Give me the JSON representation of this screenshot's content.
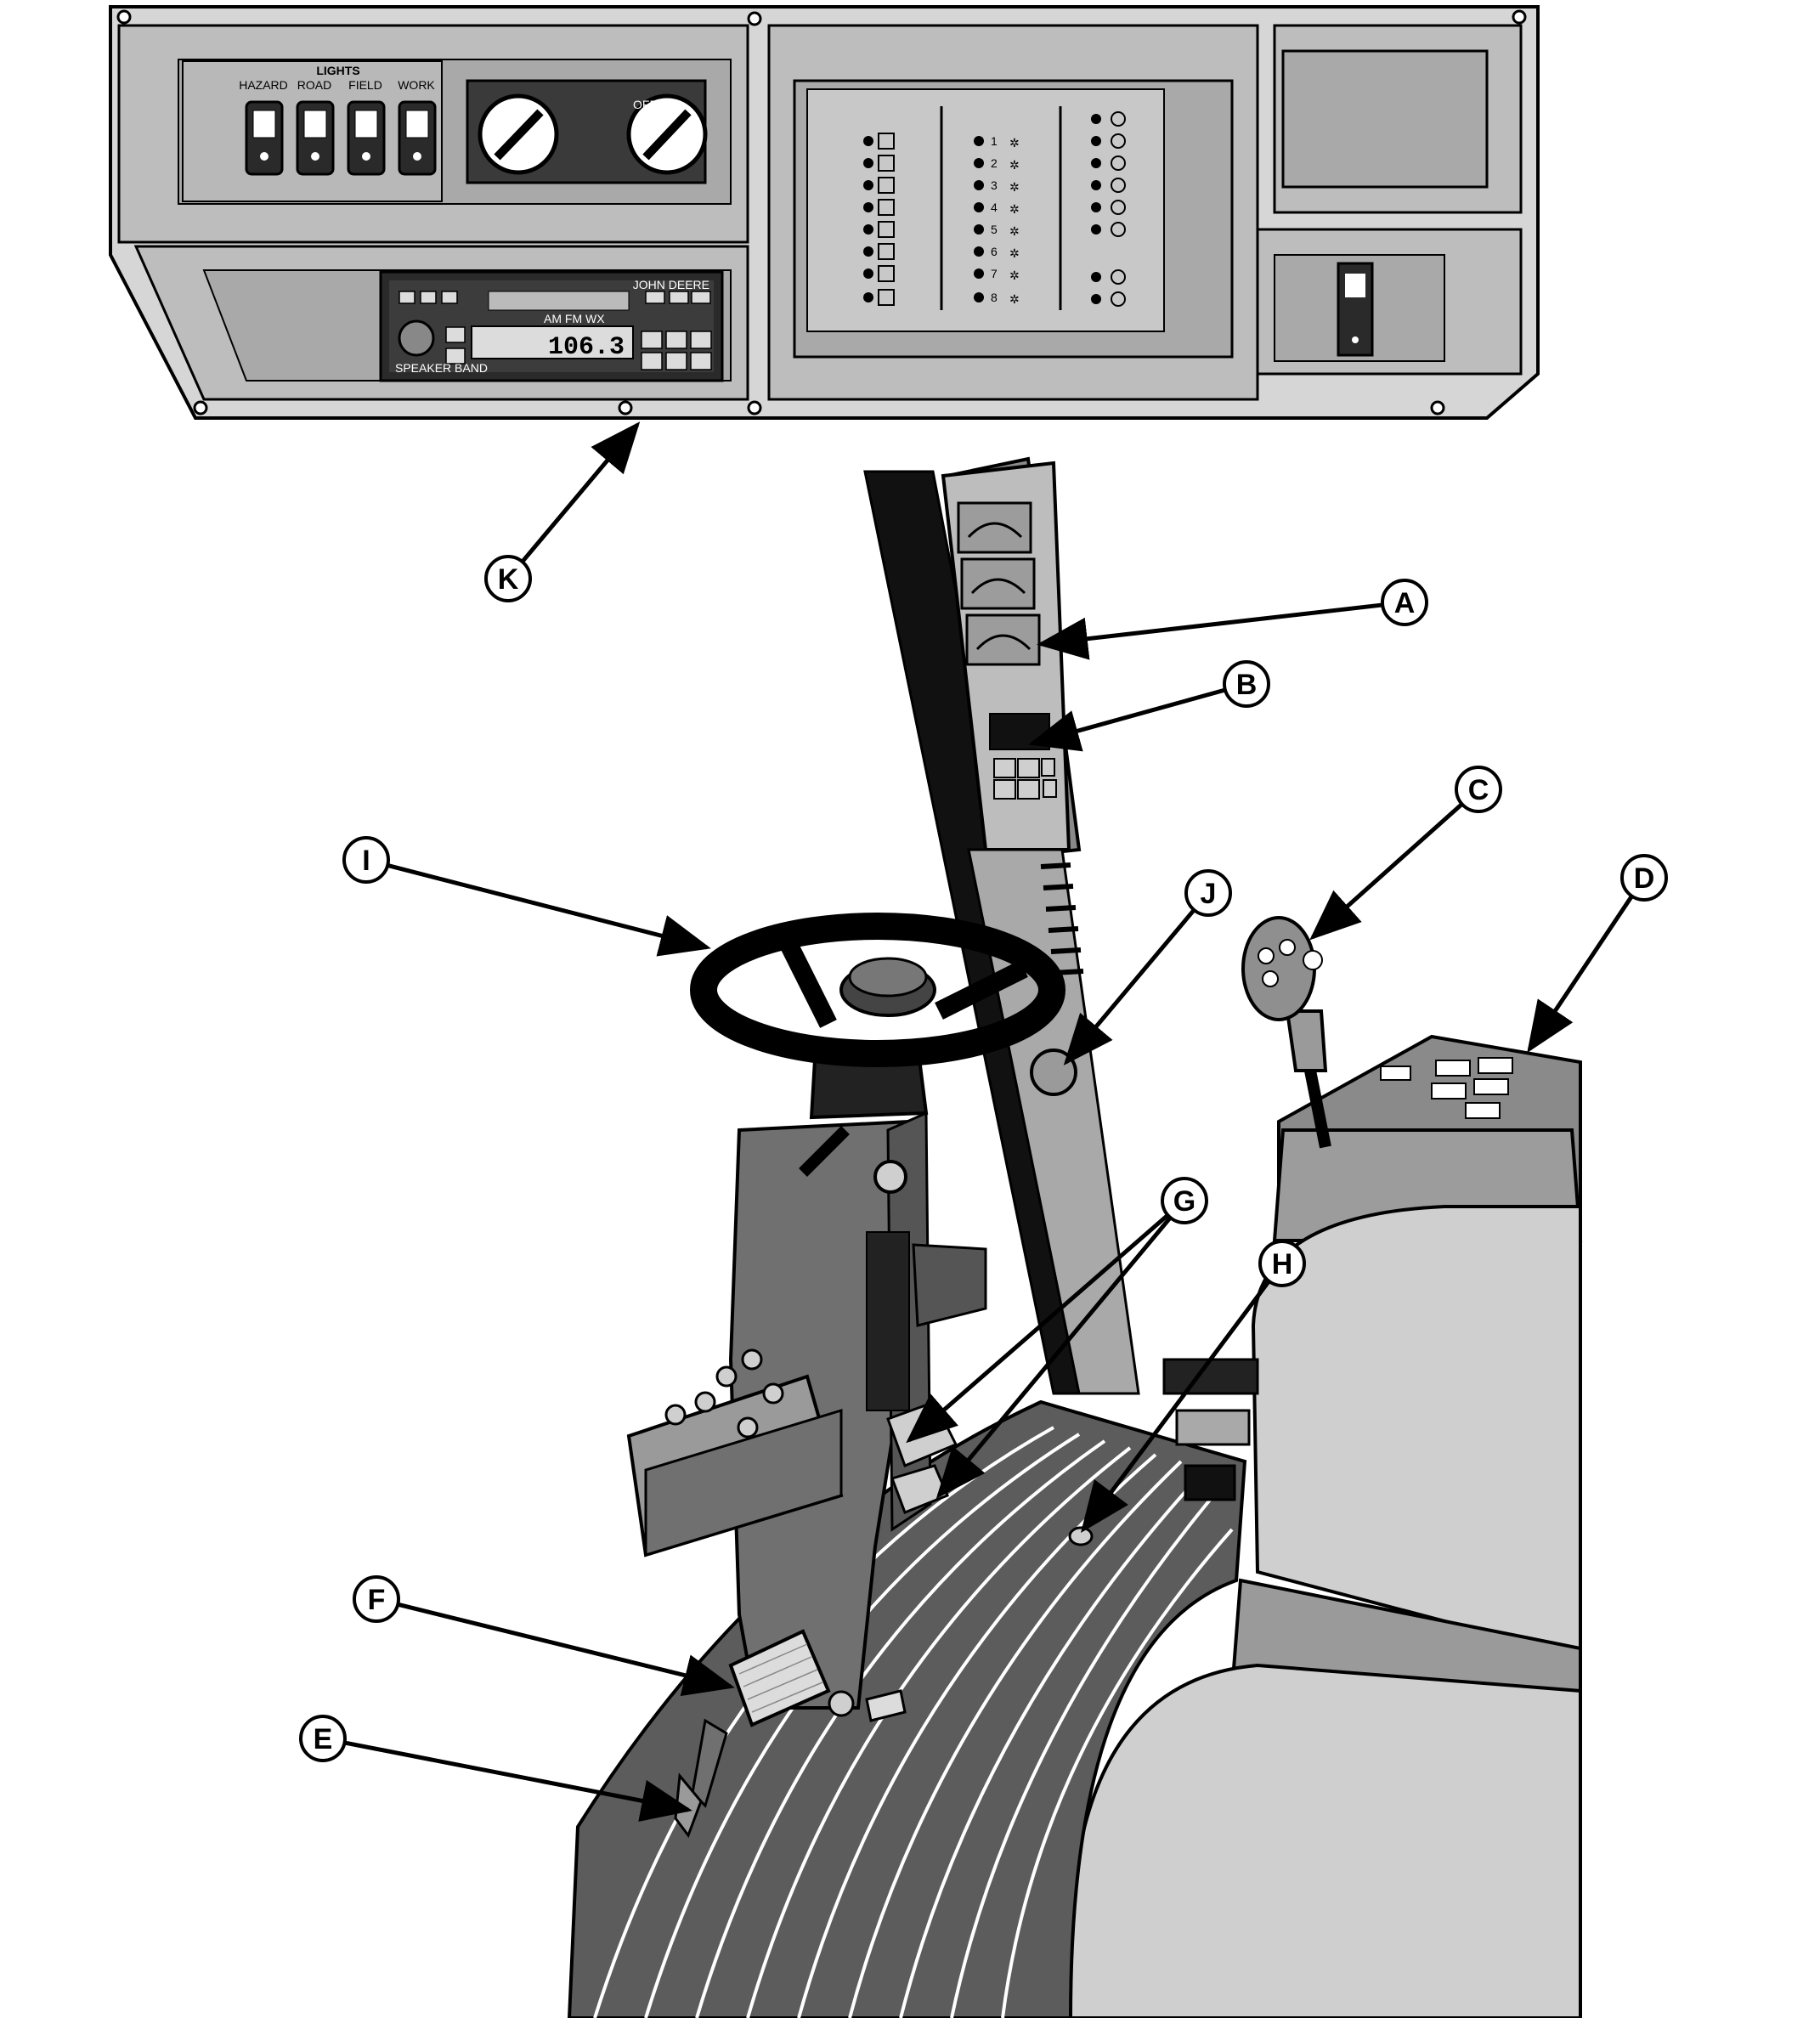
{
  "dashboard": {
    "lights_group": {
      "title": "LIGHTS",
      "switches": [
        {
          "label": "HAZARD",
          "icon": "hazard-triangle-icon"
        },
        {
          "label": "ROAD",
          "icon": "road-light-icon"
        },
        {
          "label": "FIELD",
          "icon": "field-light-icon"
        },
        {
          "label": "WORK",
          "icon": "work-light-icon"
        }
      ]
    },
    "climate": {
      "off_label": "OFF",
      "knobs": [
        "temperature-knob",
        "fan-knob"
      ]
    },
    "radio": {
      "brand_label": "JOHN DEERE",
      "display_text": "106.3",
      "band_label": "AM FM  WX",
      "sub_text": "SPEAKER  BAND"
    },
    "indicator_panel": {
      "left_column": [
        "parking-brake-icon",
        "engine-oil-icon",
        "hydraulic-icon",
        "fuel-icon",
        "transmission-icon",
        "battery-icon",
        "filter-icon",
        "coolant-icon"
      ],
      "middle_column_numbers": [
        "1",
        "2",
        "3",
        "4",
        "5",
        "6",
        "7",
        "8"
      ],
      "right_column": [
        "hitch-icon",
        "tread-icon",
        "pto-icon",
        "wrench-icon",
        "gear-icon",
        "gear-icon-2",
        "seat-icon",
        "ok-icon"
      ]
    }
  },
  "callouts": [
    {
      "letter": "A"
    },
    {
      "letter": "B"
    },
    {
      "letter": "C"
    },
    {
      "letter": "D"
    },
    {
      "letter": "E"
    },
    {
      "letter": "F"
    },
    {
      "letter": "G"
    },
    {
      "letter": "H"
    },
    {
      "letter": "I"
    },
    {
      "letter": "J"
    },
    {
      "letter": "K"
    }
  ],
  "colors": {
    "line": "#000000",
    "panel_light": "#d6d6d6",
    "panel_mid": "#a9a9a9",
    "panel_dark": "#707070",
    "floor": "#5c5c5c",
    "seat": "#cfcfcf",
    "background": "#ffffff"
  }
}
